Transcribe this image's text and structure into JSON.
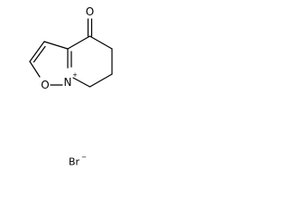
{
  "molecule": {
    "atoms": {
      "oxygen_carbonyl": "O",
      "oxygen_ring": "O",
      "nitrogen": "N",
      "nitrogen_charge": "+"
    },
    "counterion": {
      "symbol": "Br",
      "charge": "−"
    }
  }
}
